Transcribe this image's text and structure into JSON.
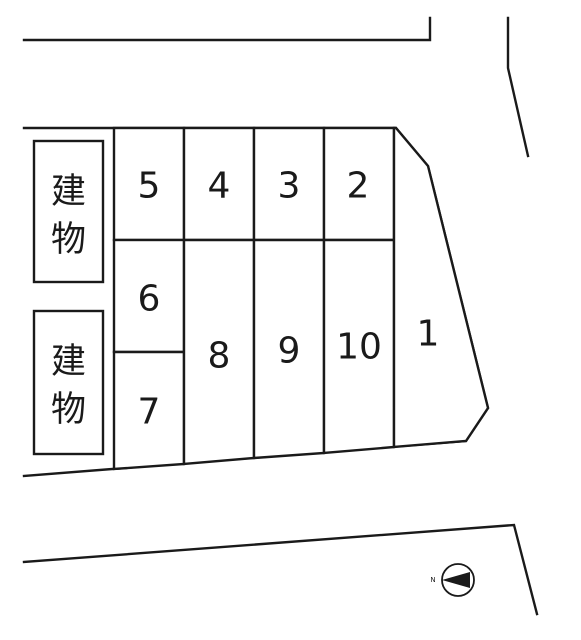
{
  "lots": [
    {
      "id": "lot-1",
      "label": "1"
    },
    {
      "id": "lot-2",
      "label": "2"
    },
    {
      "id": "lot-3",
      "label": "3"
    },
    {
      "id": "lot-4",
      "label": "4"
    },
    {
      "id": "lot-5",
      "label": "5"
    },
    {
      "id": "lot-6",
      "label": "6"
    },
    {
      "id": "lot-7",
      "label": "7"
    },
    {
      "id": "lot-8",
      "label": "8"
    },
    {
      "id": "lot-9",
      "label": "9"
    },
    {
      "id": "lot-10",
      "label": "10"
    }
  ],
  "buildings": [
    {
      "line1": "建",
      "line2": "物"
    },
    {
      "line1": "建",
      "line2": "物"
    }
  ],
  "compass": {
    "label": "N",
    "icon": "north-arrow-icon"
  },
  "colors": {
    "line": "#1a1a1a",
    "background": "#ffffff"
  }
}
